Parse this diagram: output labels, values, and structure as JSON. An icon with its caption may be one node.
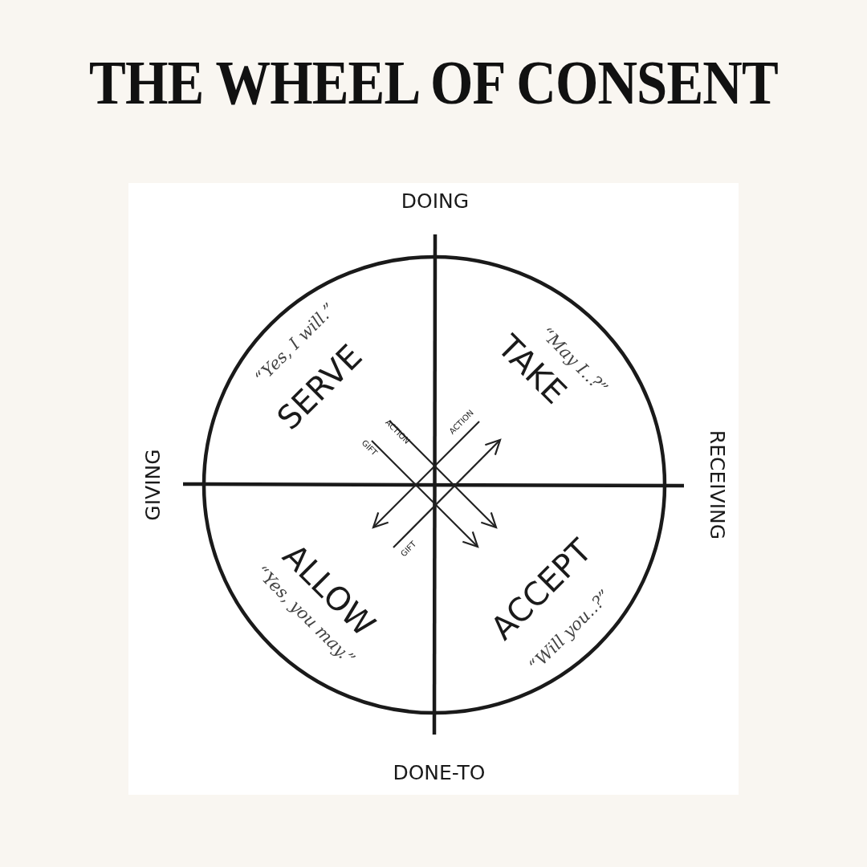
{
  "diagram": {
    "title": "THE WHEEL OF CONSENT",
    "labels": [
      "DOING",
      "“Yes, I will.”",
      "SERVE",
      "“May I..?”",
      "TAKE",
      "ACTION",
      "ACTION",
      "GIFT",
      "GIVING",
      "RECEIVING",
      "GIFT",
      "“Yes, you may.”",
      "ALLOW",
      "ACCEPT",
      "“Will you..?”",
      "DONE-TO"
    ]
  }
}
